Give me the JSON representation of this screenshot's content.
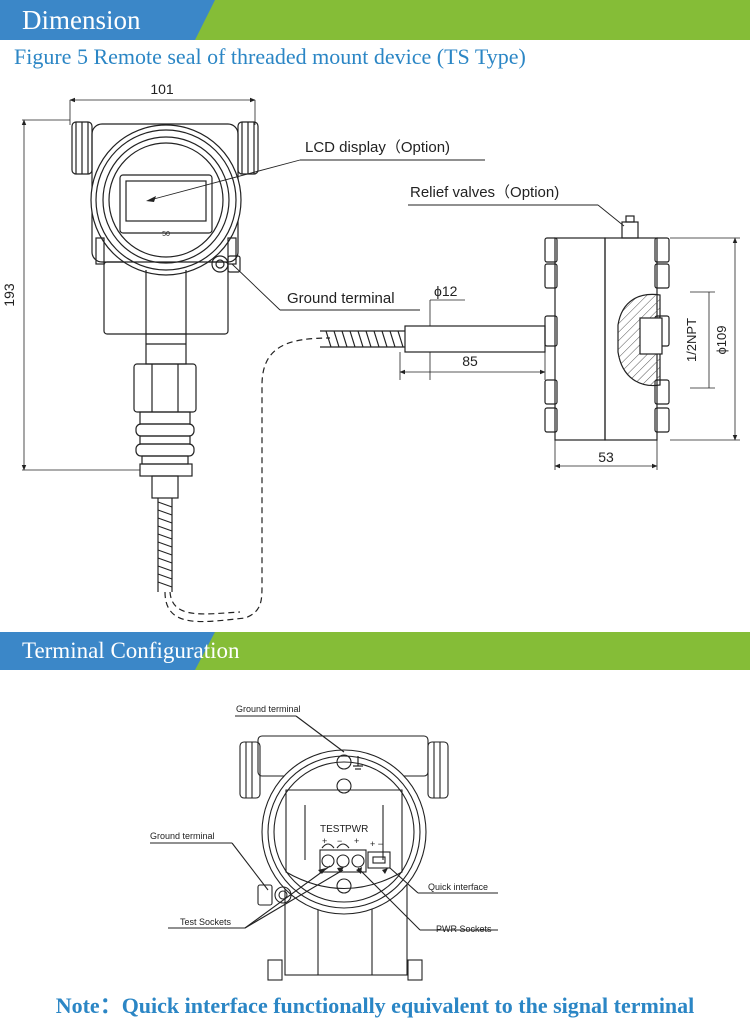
{
  "sections": {
    "dimension": "Dimension",
    "terminal": "Terminal Configuration"
  },
  "figure5": {
    "caption": "Figure 5 Remote seal of threaded mount device (TS Type)",
    "labels": {
      "lcd": "LCD display（Option)",
      "relief": "Relief valves（Option)",
      "ground": "Ground terminal",
      "lcd_readout": "50"
    },
    "dims": {
      "width": "101",
      "height": "193",
      "capillary_dia": "ϕ12",
      "seal_length": "85",
      "flange_width": "53",
      "thread": "1/2NPT",
      "flange_dia": "ϕ109"
    }
  },
  "terminal": {
    "labels": {
      "ground_top": "Ground terminal",
      "ground_left": "Ground terminal",
      "test": "TEST",
      "pwr": "PWR",
      "test_sockets": "Test Sockets",
      "quick": "Quick interface",
      "pwr_sockets": "PWR Sockets",
      "plus": "+",
      "minus": "−",
      "quick_signs": "+ −"
    },
    "note": "Note：Quick interface functionally equivalent to the signal terminal"
  },
  "colors": {
    "banner_blue": "#3b87c8",
    "banner_green": "#85bd37",
    "accent_blue": "#2b86c5",
    "line": "#222222"
  }
}
